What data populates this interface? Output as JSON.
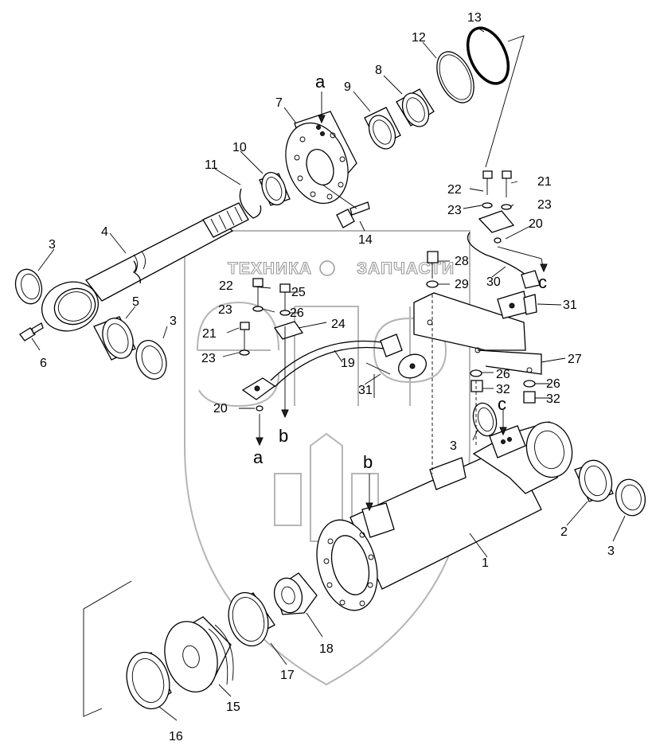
{
  "watermark": {
    "text_left": "ТЕХНИКА",
    "text_right": "ЗАПЧАСТИ",
    "logo": "ЭПФ"
  },
  "callouts": {
    "c1": "1",
    "c2": "2",
    "c3a": "3",
    "c3b": "3",
    "c3c": "3",
    "c3d": "3",
    "c4": "4",
    "c5": "5",
    "c6": "6",
    "c7": "7",
    "c8": "8",
    "c9": "9",
    "c10": "10",
    "c11": "11",
    "c12": "12",
    "c13": "13",
    "c14": "14",
    "c15": "15",
    "c16": "16",
    "c17": "17",
    "c18": "18",
    "c19": "19",
    "c20a": "20",
    "c20b": "20",
    "c21a": "21",
    "c21b": "21",
    "c22a": "22",
    "c22b": "22",
    "c23a": "23",
    "c23b": "23",
    "c23c": "23",
    "c23d": "23",
    "c24": "24",
    "c25": "25",
    "c26a": "26",
    "c26b": "26",
    "c26c": "26",
    "c27": "27",
    "c28": "28",
    "c29": "29",
    "c30": "30",
    "c31a": "31",
    "c31b": "31",
    "c32a": "32",
    "c32b": "32"
  },
  "refs": {
    "a_top": "a",
    "a_bottom": "a",
    "b_top": "b",
    "b_bottom": "b",
    "c_top": "c",
    "c_bottom": "c"
  }
}
